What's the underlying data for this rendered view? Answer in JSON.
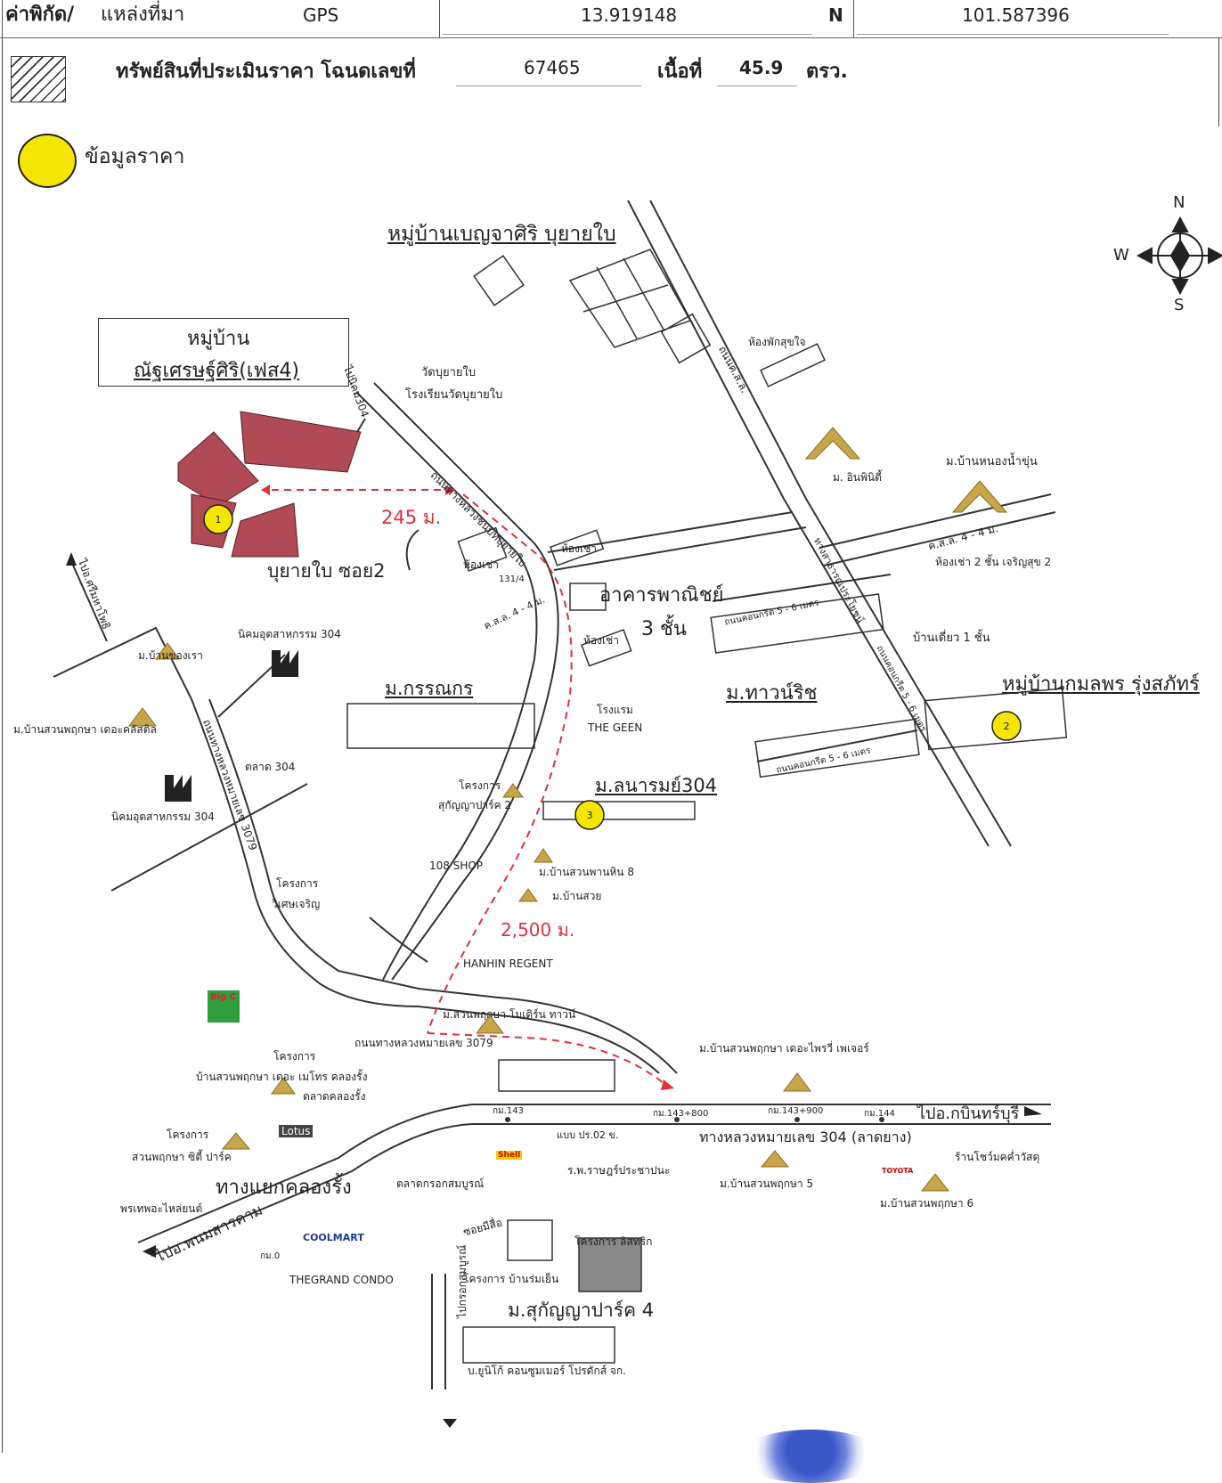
{
  "header": {
    "coord_label": "ค่าพิกัด/",
    "source_label": "แหล่งที่มา",
    "source_value": "GPS",
    "lat": "13.919148",
    "n_label": "N",
    "lon": "101.587396"
  },
  "property": {
    "label": "ทรัพย์สินที่ประเมินราคา โฉนดเลขที่",
    "deed_no": "67465",
    "area_label": "เนื้อที่",
    "area_value": "45.9",
    "area_unit": "ตรว."
  },
  "legend": {
    "price_info": "ข้อมูลราคา"
  },
  "compass": {
    "n": "N",
    "w": "W",
    "s": "S"
  },
  "markers": [
    "1",
    "2",
    "3"
  ],
  "distances": {
    "d245": "245 ม.",
    "d2500": "2,500 ม."
  },
  "colors": {
    "subject_parcel": "#b04a55",
    "marker": "#f5e500",
    "route": "#e0303a"
  },
  "map_labels": {
    "benjasiri": "หมู่บ้านเบญจาศิริ บุยายใบ",
    "natsiri_line1": "หมู่บ้าน",
    "natsiri_line2": "ณัฐเศรษฐ์ศิริ(เฟส4)",
    "wat": "วัดบุยายใบ",
    "school": "โรงเรียนวัดบุยายใบ",
    "to304": "ไปนิคม304",
    "road_buyai": "ถนนทางหลวงชนบทบุยายใบ",
    "soi2": "บุยายใบ ซอย2",
    "room_sukjai": "ห้องพักสุขใจ",
    "road_sl": "ถนนค.ส.ล.",
    "m_inpini": "ม. อินพินิตี้",
    "m_nongnamjun": "ม.บ้านหนองน้ำขุ่น",
    "rent_a": "ห้องเช่า",
    "rent_b": "ห้องเช่า",
    "rent_c": "ห้องเช่า",
    "rent_2floor": "ห้องเช่า 2 ชั้น เจริญสุข 2",
    "road_sl4": "ค.ส.ล. 4 - 4 ม.",
    "road_sl4b": "ค.ส.ล. 4 - 4 ม.",
    "addr131": "131/4",
    "commercial": "อาคารพาณิชย์",
    "commercial_3": "3 ชั้น",
    "road_concrete1": "ถนนคอนกรีต 5 - 6 เมตร",
    "road_concrete2": "ถนนคอนกรีต 5 - 6 เมตร",
    "road_concrete3": "ถนนคอนกรีต 5 - 6 เมตร",
    "detached": "บ้านเดี่ยว 1 ชั้น",
    "m_townrich": "ม.ทาวน์ริช",
    "kamolporn": "หมู่บ้านกมลพร รุ่งสภัทร์",
    "public_road": "ทางสาธารณประโยชน์",
    "to_srimahaphot": "ไปอ.ศรีมหาโพธิ",
    "industrial1": "นิคมอุตสาหกรรม 304",
    "m_khongrao": "ม.บ้านของเรา",
    "m_kannika": "ม.กรรณกร",
    "hotel": "โรงแรม",
    "the_geen": "THE GEEN",
    "m_suanphuk_cl": "ม.บ้านสวนพฤกษา เดอะคลัสติล",
    "road3079_v": "ถนนทางหลวงหมายเลข 3079",
    "market304": "ตลาด 304",
    "project": "โครงการ",
    "sukanya2": "สุกัญญาปาร์ค 2",
    "m_lanarom": "ม.ลนารมย์304",
    "industrial2": "นิคมอุตสาหกรรม 304",
    "shop108": "108 SHOP",
    "m_suanphan": "ม.บ้านสวนพานหิน 8",
    "m_suay": "ม.บ้านสวย",
    "project_a": "โครงการ",
    "wisetcharoen": "วิเศษเจริญ",
    "hanhin": "HANHIN REGENT",
    "bigc": "Big C",
    "m_modern": "ม.สวนพฤกษา โมเดิร์น ทาวน์",
    "road3079_h": "ถนนทางหลวงหมายเลข 3079",
    "m_flower": "ม.บ้านสวนพฤกษา เดอะไพรวี่ เพเจอร์",
    "project_b": "โครงการ",
    "metro": "บ้านสวนพฤกษา เดอะ เมโทร คลองรั้ง",
    "market_klong": "ตลาดคลองรั้ง",
    "km143": "กม.143",
    "km143_800": "กม.143+800",
    "km143_900": "กม.143+900",
    "km144": "กม.144",
    "to_prachin": "ไปอ.กบินทร์บุรี",
    "project_c": "โครงการ",
    "city_park": "สวนพฤกษา ซิตี้ ปาร์ค",
    "lotus": "Lotus",
    "pr02": "แบบ ปร.02 ข.",
    "hw304": "ทางหลวงหมายเลข 304 (ลาดยาง)",
    "shop_right": "ร้านโชว์มคค่ำวัสดุ",
    "junction": "ทางแยกคลองรั้ง",
    "market_sombun": "ตลาดกรอกสมบูรณ์",
    "hospital": "ร.พ.ราษฎร์ประชาปนะ",
    "m_suanphuk5": "ม.บ้านสวนพฤกษา 5",
    "toyota": "TOYOTA",
    "m_suanphuk6": "ม.บ้านสวนพฤกษา 6",
    "furniture": "พรเทพอะไหล่ยนต์",
    "to_phanom": "ไปอ.พนมสารคาม",
    "soi_meesue": "ซอยมีสื่อ",
    "project_listrick": "โครงการ ลิสทริก",
    "km0": "กม.0",
    "grand_condo": "THEGRAND CONDO",
    "coolmart": "COOLMART",
    "baanrom": "โครงการ บ้านร่มเย็น",
    "sukanya4": "ม.สุกัญญาปาร์ค 4",
    "to_krok": "ไปกรอกสมบูรณ์",
    "unico": "บ.ยูนิโก้ คอนซูมเมอร์ โปรดักส์ จก.",
    "shell": "Shell"
  }
}
